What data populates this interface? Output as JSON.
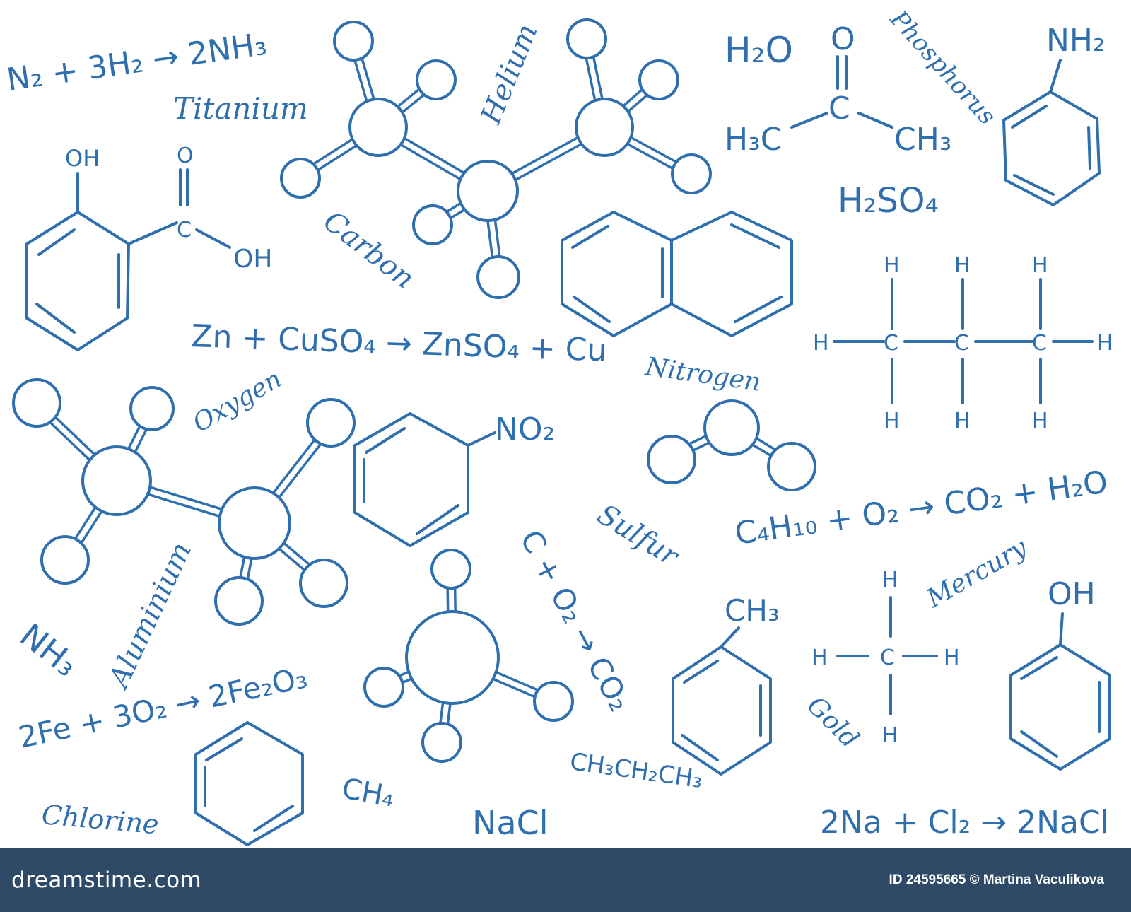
{
  "labels": {
    "eq_n2": "N₂ + 3H₂ → 2NH₃",
    "titanium": "Titanium",
    "helium": "Helium",
    "h2o_top": "H₂O",
    "phosphorus": "Phosphorus",
    "nh2": "NH₂",
    "acetone_o": "O",
    "acetone_c": "C",
    "acetone_h3c": "H₃C",
    "acetone_ch3": "CH₃",
    "h2so4": "H₂SO₄",
    "oh": "OH",
    "carboxyl_o": "O",
    "carboxyl_c": "C",
    "carboxyl_oh": "OH",
    "carbon": "Carbon",
    "eq_zn": "Zn + CuSO₄ → ZnSO₄ + Cu",
    "nitrogen": "Nitrogen",
    "no2": "NO₂",
    "oxygen": "Oxygen",
    "h": "H",
    "c": "C",
    "sulfur": "Sulfur",
    "eq_c4h10": "C₄H₁₀ + O₂ → CO₂ + H₂O",
    "eq_c_o2": "C + O₂ → CO₂",
    "mercury": "Mercury",
    "ch3": "CH₃",
    "oh_phenol": "OH",
    "aluminium": "Aluminium",
    "nh3": "NH₃",
    "eq_fe": "2Fe + 3O₂ → 2Fe₂O₃",
    "gold": "Gold",
    "propane": "CH₃CH₂CH₃",
    "ch4": "CH₄",
    "nacl": "NaCl",
    "chlorine": "Chlorine",
    "eq_na": "2Na + Cl₂ → 2NaCl"
  },
  "footer": {
    "logo": "dreamstime.com",
    "credit": "ID 24595665 © Martina Vaculikova"
  },
  "colors": {
    "ink": "#2f6fae",
    "footer_bg": "#2e4a66",
    "background": "#ffffff"
  }
}
